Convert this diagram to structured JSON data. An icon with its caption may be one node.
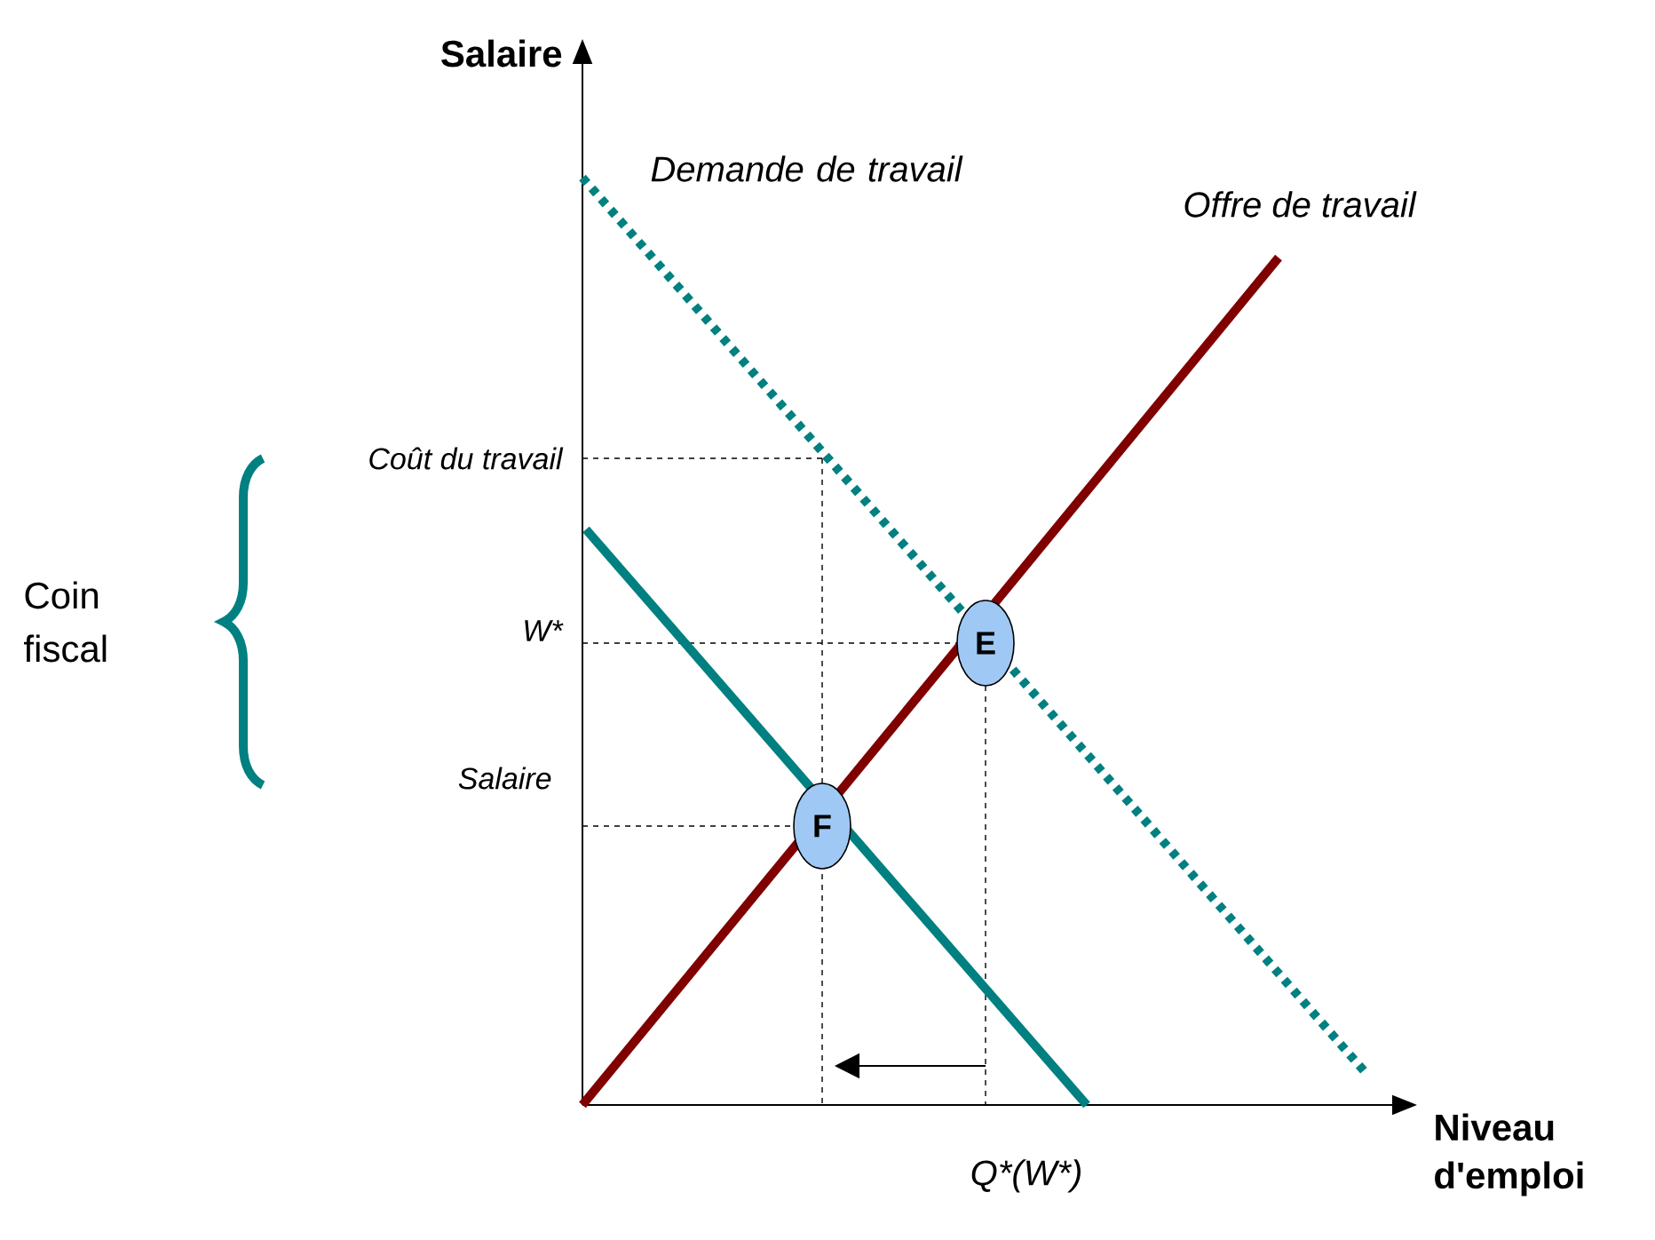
{
  "diagram": {
    "nodes": [
      {
        "text": [
          "E"
        ]
      },
      {
        "text": [
          "F"
        ]
      }
    ],
    "labels": [
      "Salaire",
      "Niveau d'emploi",
      "Demande de travail",
      "Offre de travail",
      "Coût du travail",
      "W*",
      "Salaire",
      "Q*(W*)",
      "Coin fiscal"
    ]
  }
}
